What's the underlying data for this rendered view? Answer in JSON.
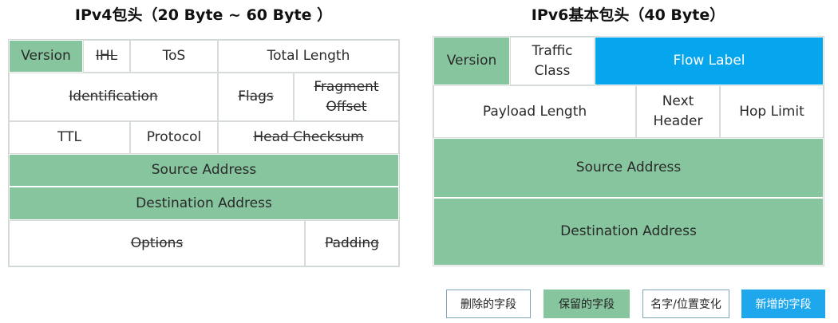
{
  "titles": {
    "ipv4": "IPv4包头（20 Byte ~ 60 Byte ）",
    "ipv6": "IPv6基本包头（40 Byte）"
  },
  "ipv4": {
    "version": "Version",
    "ihl": "IHL",
    "tos": "ToS",
    "total_length": "Total Length",
    "identification": "Identification",
    "flags": "Flags",
    "fragment_offset": "Fragment Offset",
    "ttl": "TTL",
    "protocol": "Protocol",
    "head_checksum": "Head Checksum",
    "source_address": "Source Address",
    "destination_address": "Destination Address",
    "options": "Options",
    "padding": "Padding"
  },
  "ipv6": {
    "version": "Version",
    "traffic_class": "Traffic Class",
    "flow_label": "Flow Label",
    "payload_length": "Payload Length",
    "next_header": "Next Header",
    "hop_limit": "Hop Limit",
    "source_address": "Source Address",
    "destination_address": "Destination Address"
  },
  "legend": {
    "deleted": "删除的字段",
    "kept": "保留的字段",
    "renamed": "名字/位置变化",
    "added": "新增的字段"
  },
  "colors": {
    "kept": "#87c59f",
    "added": "#06a6ee",
    "border": "#d6ddd9"
  }
}
